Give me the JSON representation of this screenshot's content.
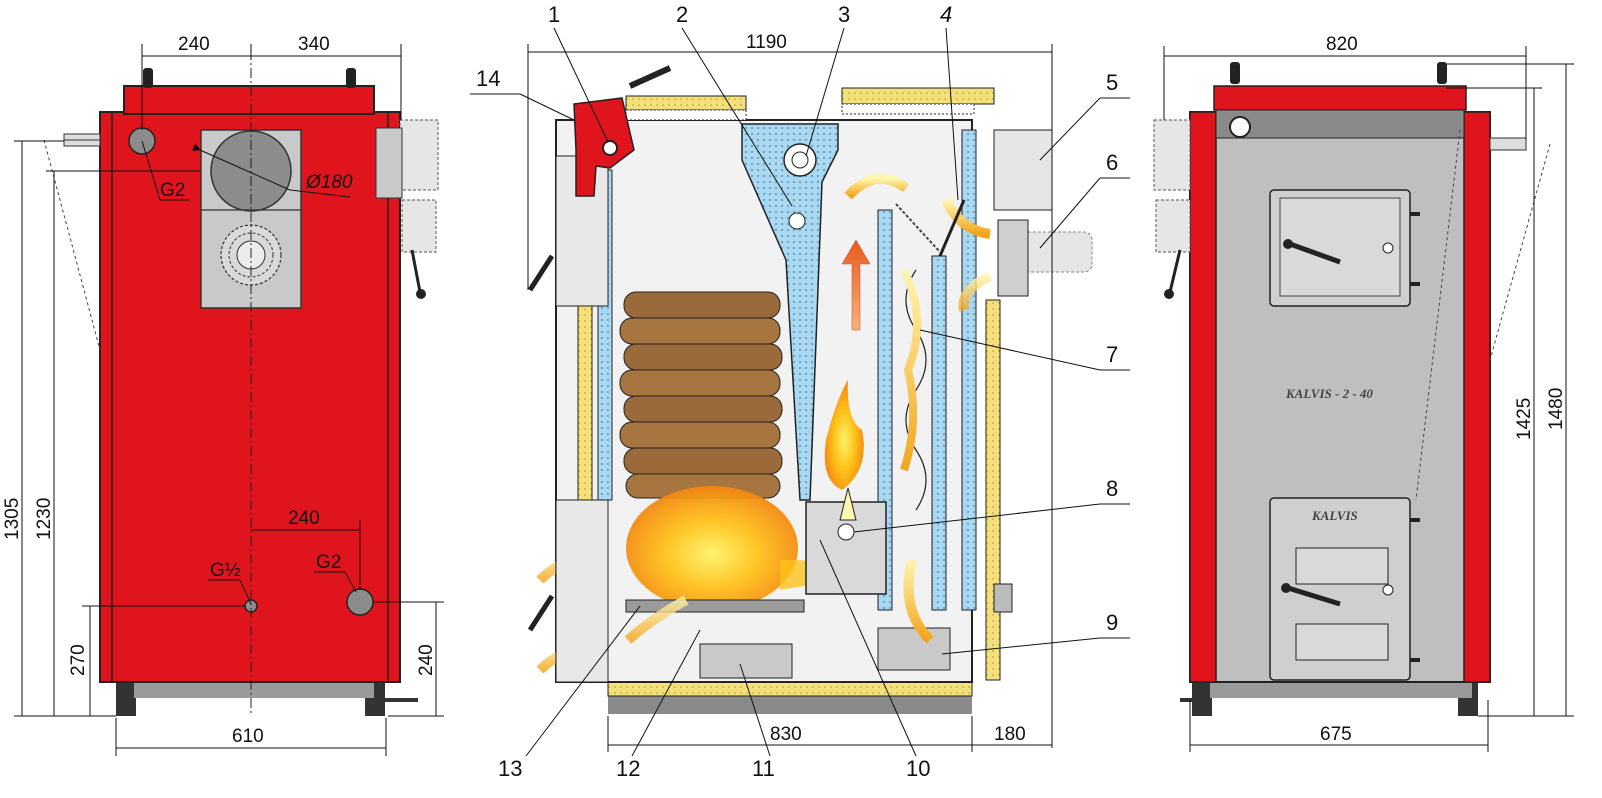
{
  "dimensions": {
    "left_top_1": "240",
    "left_top_2": "340",
    "left_h_1305": "1305",
    "left_h_1230": "1230",
    "left_h_270": "270",
    "left_h_240": "240",
    "left_bottom": "610",
    "left_mid": "240",
    "center_top": "1190",
    "center_bottom_1": "830",
    "center_bottom_2": "180",
    "right_top": "820",
    "right_bottom": "675",
    "right_h_1425": "1425",
    "right_h_1480": "1480"
  },
  "connections": {
    "g2_top": "G2",
    "flue": "Ø180",
    "g_half": "G½",
    "g2_bottom": "G2"
  },
  "callouts": [
    "1",
    "2",
    "3",
    "4",
    "5",
    "6",
    "7",
    "8",
    "9",
    "10",
    "11",
    "12",
    "13",
    "14"
  ],
  "brand": {
    "panel": "KALVIS - 2 - 40",
    "door": "KALVIS"
  },
  "colors": {
    "red": "#e0141c",
    "grey": "#bfbfbf",
    "water": "#a9d8f0",
    "insulation": "#f3e07a"
  }
}
